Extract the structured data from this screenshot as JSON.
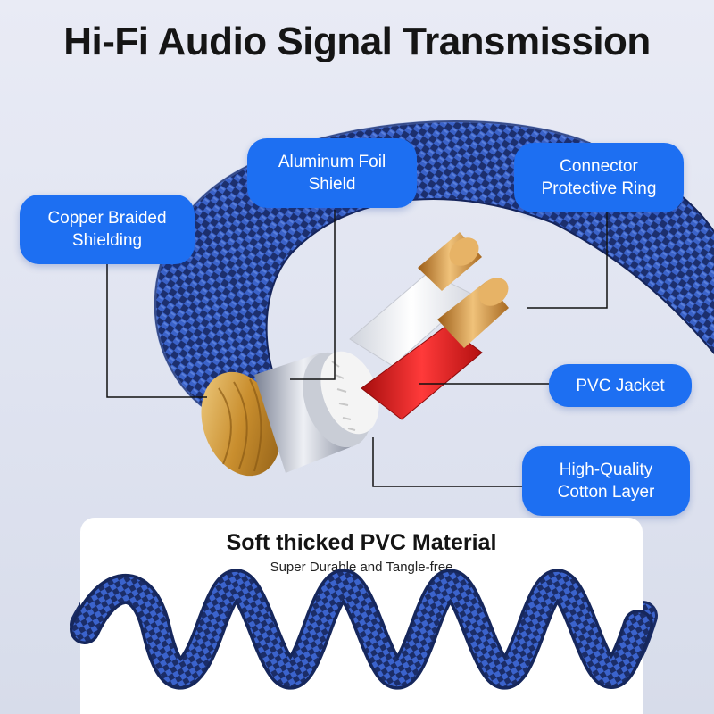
{
  "title": "Hi-Fi Audio Signal Transmission",
  "labels": {
    "aluminum": "Aluminum Foil\nShield",
    "connector": "Connector\nProtective Ring",
    "copper": "Copper Braided\nShielding",
    "pvc_jacket": "PVC Jacket",
    "cotton": "High-Quality\nCotton Layer"
  },
  "panel": {
    "title": "Soft thicked PVC Material",
    "subtitle": "Super Durable and Tangle-free"
  },
  "colors": {
    "accent": "#1d6ff2",
    "braid": "#24408f",
    "copper": "#d8a040",
    "red_wire": "#d81818"
  }
}
